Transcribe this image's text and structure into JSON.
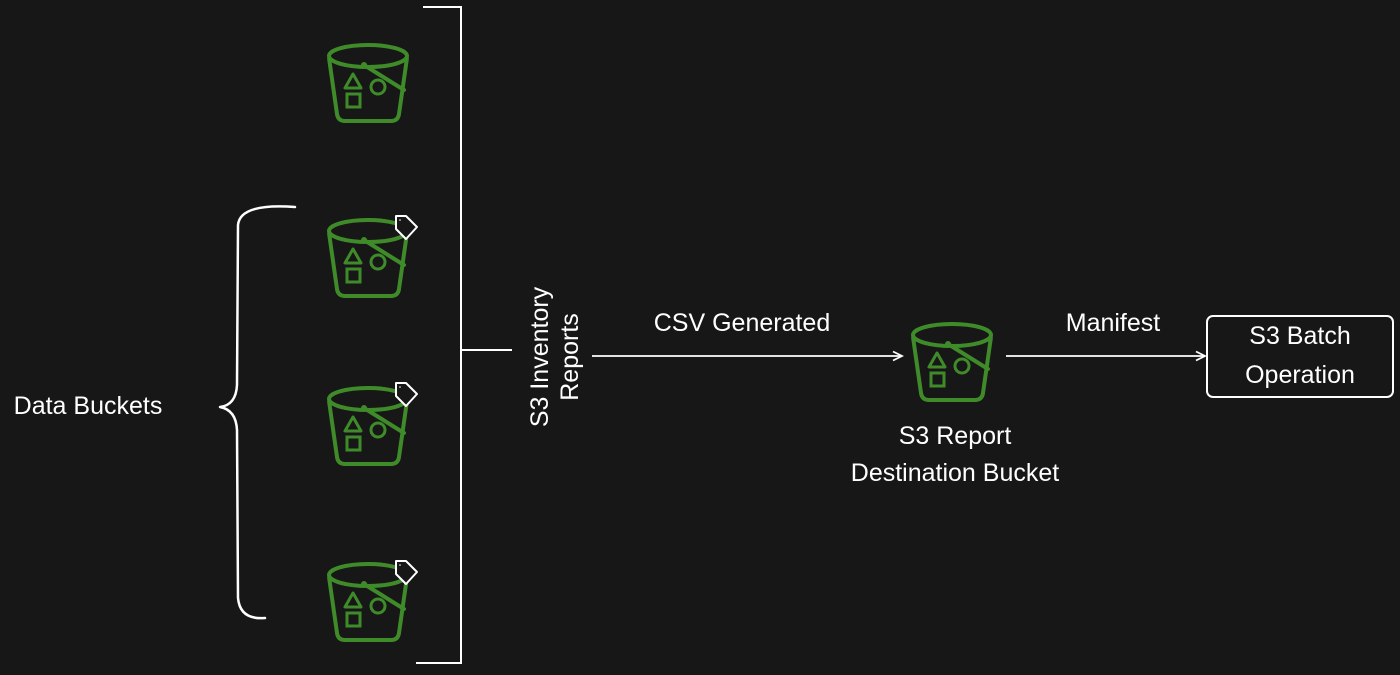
{
  "diagram": {
    "data_buckets_label": "Data Buckets",
    "inventory_label_line1": "S3 Inventory",
    "inventory_label_line2": "Reports",
    "csv_edge_label": "CSV Generated",
    "manifest_edge_label": "Manifest",
    "report_bucket_line1": "S3 Report",
    "report_bucket_line2": "Destination Bucket",
    "batch_box_line1": "S3 Batch",
    "batch_box_line2": "Operation"
  },
  "colors": {
    "background": "#171717",
    "bucket_icon": "#3f8b2a",
    "stroke": "#ffffff"
  },
  "icons": {
    "bucket": "s3-bucket-icon",
    "tag": "tag-icon"
  }
}
